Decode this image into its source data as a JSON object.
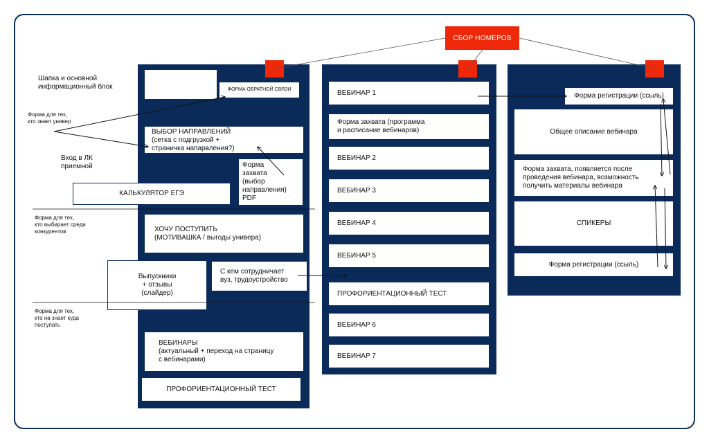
{
  "top_tag": "СБОР НОМЕРОВ",
  "left_labels": {
    "header_block": "Шапка и основной\nинформационный блок",
    "known_univ": "Форма для тех,\nкто знает универ",
    "lk_entry": "Вход в ЛК\nприемной",
    "competitors": "Форма для тех,\nкто выбирает среди\nконкурентов",
    "dont_know": "Форма для тех,\nкто на знает куда\nпоступать"
  },
  "col1": {
    "feedback_form": "ФОРМА ОБРАТНОЙ СВЯЗИ",
    "directions": "ВЫБОР НАПРАВЛЕНИЙ\n(сетка с подгрузкой +\nстраничка напарвления?)",
    "capture_pdf": "Форма\nзахвата\n(выбор\nнаправления)\nPDF",
    "calculator": "КАЛЬКУЛЯТОР ЕГЭ",
    "want_to_enroll": "ХОЧУ ПОСТУПИТЬ\n(МОТИВАШКА / выгоды универа)",
    "alumni": "Выпускники\n+ отзывы\n(слайдер)",
    "partners": "С кем сотрудничает\nвуз, трудоустройство",
    "webinars": "ВЕБИНАРЫ\n(актуальный + переход на страницу\n с вебинарами)",
    "prof_test": "ПРОФОРИЕНТАЦИОННЫЙ ТЕСТ"
  },
  "col2": {
    "items": [
      "ВЕБИНАР 1",
      "Форма захвата (программа\nи  расписание вебинаров)",
      "ВЕБИНАР 2",
      "ВЕБИНАР 3",
      "ВЕБИНАР 4",
      "ВЕБИНАР 5",
      "ПРОФОРИЕНТАЦИОННЫЙ ТЕСТ",
      "ВЕБИНАР 6",
      "ВЕБИНАР 7"
    ]
  },
  "col3": {
    "reg_form_top": "Форма регистрации (ссыль)",
    "description": "Общее описание вебинара",
    "capture_after": "Форма захвата, появляется после\nпроведения вебинара, возможность\nполучить материалы вебинара",
    "speakers": "СПИКЕРЫ",
    "reg_form_bottom": "Форма регистрации (ссыль)"
  },
  "colors": {
    "navy": "#0a2a5a",
    "accent": "#f0280a"
  }
}
